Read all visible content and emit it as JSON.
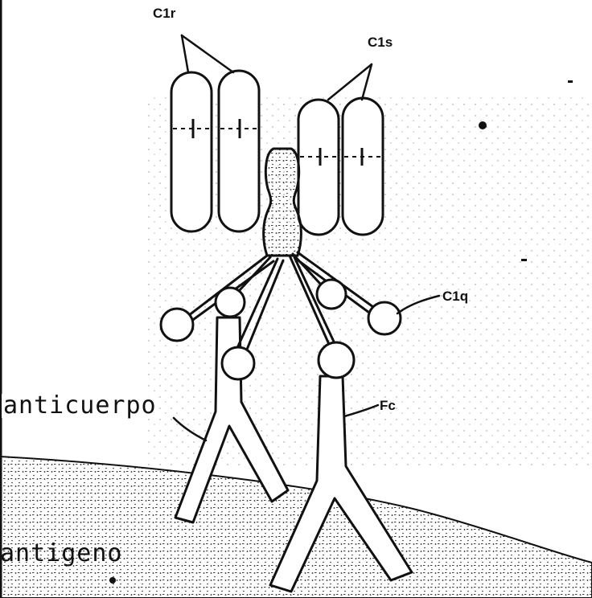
{
  "diagram": {
    "labels": {
      "c1r": "C1r",
      "c1s": "C1s",
      "c1q": "C1q",
      "fc": "Fc",
      "anticuerpo": "anticuerpo",
      "antigeno": "antigeno"
    },
    "colors": {
      "ink": "#111111",
      "paper": "#ffffff",
      "stipple": "#222222"
    }
  }
}
